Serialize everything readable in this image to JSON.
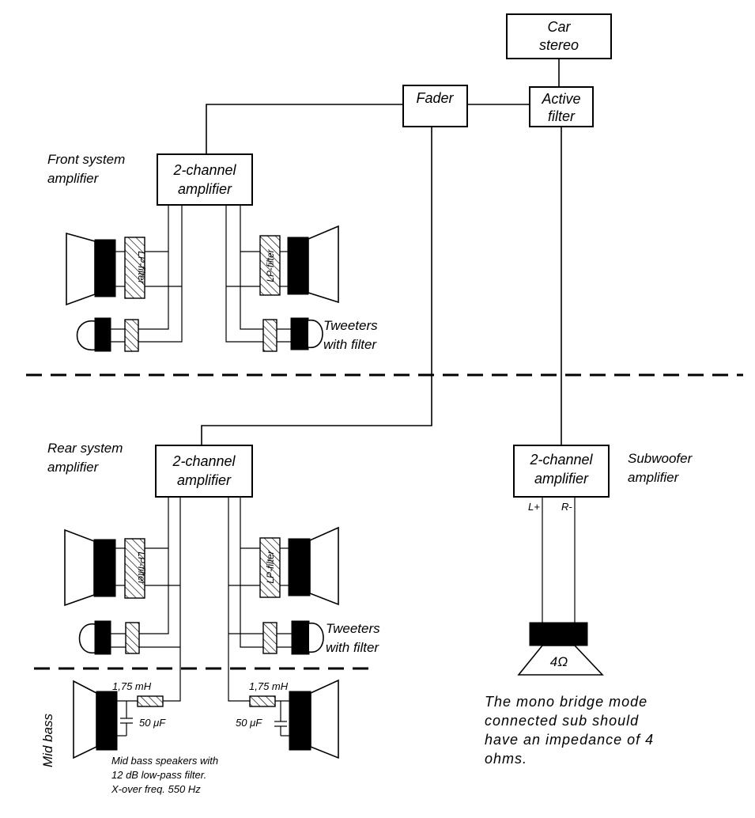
{
  "boxes": {
    "car_stereo": [
      "Car",
      "stereo"
    ],
    "fader": [
      "Fader"
    ],
    "active_filter": [
      "Active",
      "filter"
    ],
    "front_amp": [
      "2-channel",
      "amplifier"
    ],
    "rear_amp": [
      "2-channel",
      "amplifier"
    ],
    "sub_amp": [
      "2-channel",
      "amplifier"
    ]
  },
  "labels": {
    "front_system": [
      "Front system",
      "amplifier"
    ],
    "rear_system": [
      "Rear system",
      "amplifier"
    ],
    "subwoofer_amp": [
      "Subwoofer",
      "amplifier"
    ],
    "tweeters_front": [
      "Tweeters",
      "with filter"
    ],
    "tweeters_rear": [
      "Tweeters",
      "with filter"
    ],
    "mid_bass": "Mid bass",
    "lp_filter": "LP-filter",
    "l_plus": "L+",
    "r_minus": "R-",
    "impedance": "4Ω",
    "inductor_left": "1,75 mH",
    "inductor_right": "1,75 mH",
    "capacitor_left": "50 μF",
    "capacitor_right": "50 μF",
    "midbass_note": [
      "Mid bass speakers with",
      "12 dB low-pass filter.",
      "X-over freq. 550 Hz"
    ],
    "sub_note": [
      "The mono bridge mode",
      "connected sub should",
      "have an impedance of 4",
      "ohms."
    ]
  },
  "colors": {
    "line": "#000000",
    "background": "#ffffff"
  }
}
